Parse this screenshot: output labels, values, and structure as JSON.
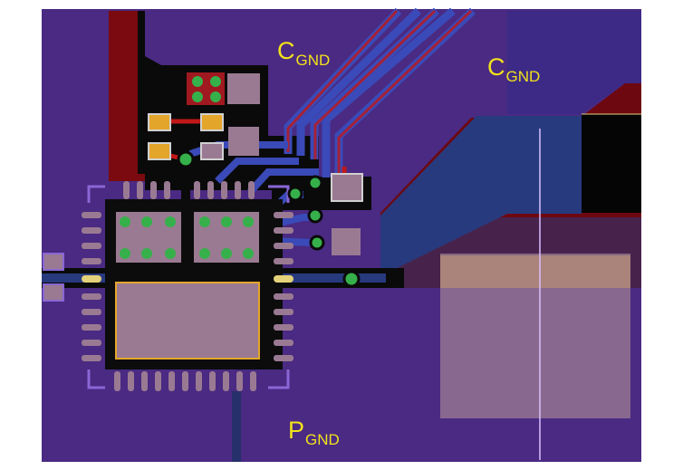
{
  "labels": {
    "cgnd_top": {
      "main": "C",
      "sub": "GND"
    },
    "cgnd_right": {
      "main": "C",
      "sub": "GND"
    },
    "pgnd_bottom": {
      "main": "P",
      "sub": "GND"
    }
  },
  "colors": {
    "background": "#ffffff",
    "bottom_copper": "#4a2a82",
    "pour_dark": "#26306a",
    "top_copper": "#7a0a10",
    "trace_blue": "#3a4ab8",
    "trace_red": "#c01818",
    "pad_overlay": "#9a7a92",
    "pad_gold": "#e3a62a",
    "via": "#36b04a",
    "silkscreen": "#8a66d6",
    "label": "#f2e21b",
    "reference_line": "#d9c0ff"
  }
}
